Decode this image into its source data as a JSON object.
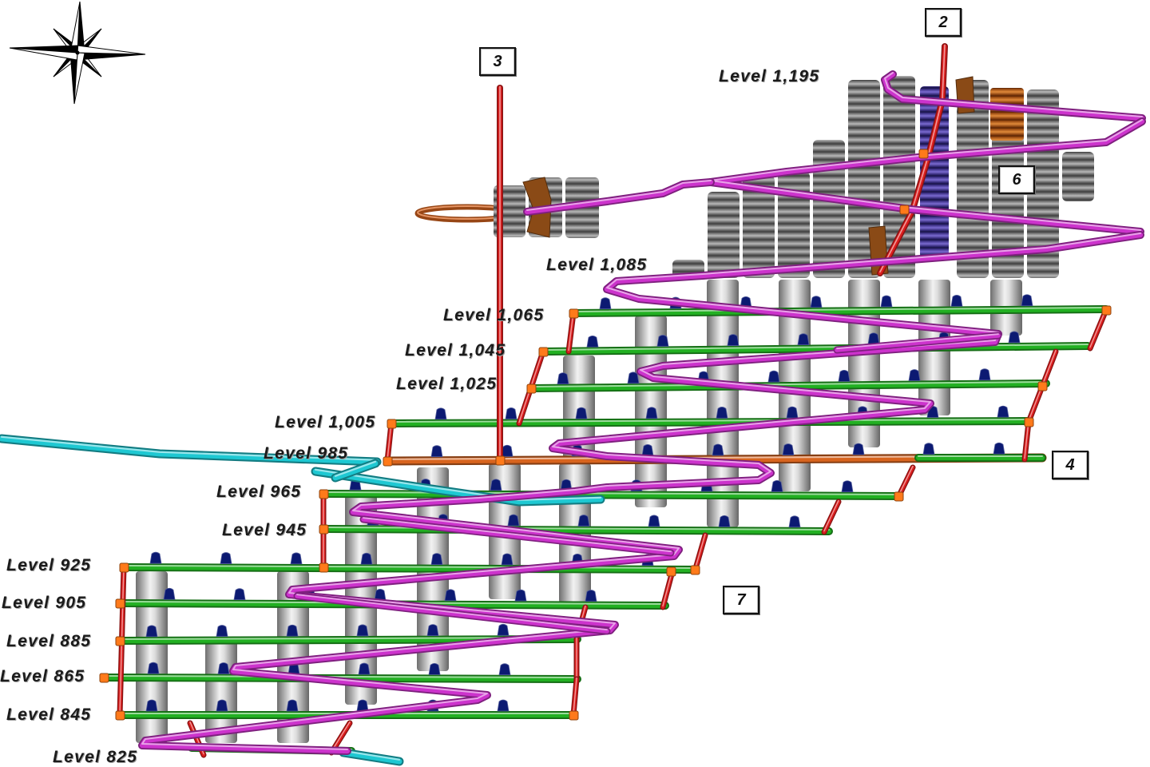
{
  "diagram": {
    "level_labels": [
      "Level 1,195",
      "Level 1,085",
      "Level 1,065",
      "Level 1,045",
      "Level 1,025",
      "Level 1,005",
      "Level 985",
      "Level 965",
      "Level 945",
      "Level 925",
      "Level 905",
      "Level 885",
      "Level 865",
      "Level 845",
      "Level 825"
    ],
    "markers": [
      "2",
      "3",
      "6",
      "4",
      "7"
    ]
  },
  "icons": {
    "north_arrow": "compass-rose-icon"
  },
  "colors": {
    "background": "#ffffff",
    "level_drift": "#22b022",
    "level_985": "#d8641e",
    "ramp": "#cc33cc",
    "shaft_raise": "#dc1e1e",
    "access_drift": "#1ec8d2",
    "junction": "#ff7a1a",
    "drawpoint": "#0c1a72",
    "brown_block": "#8a4a16"
  }
}
